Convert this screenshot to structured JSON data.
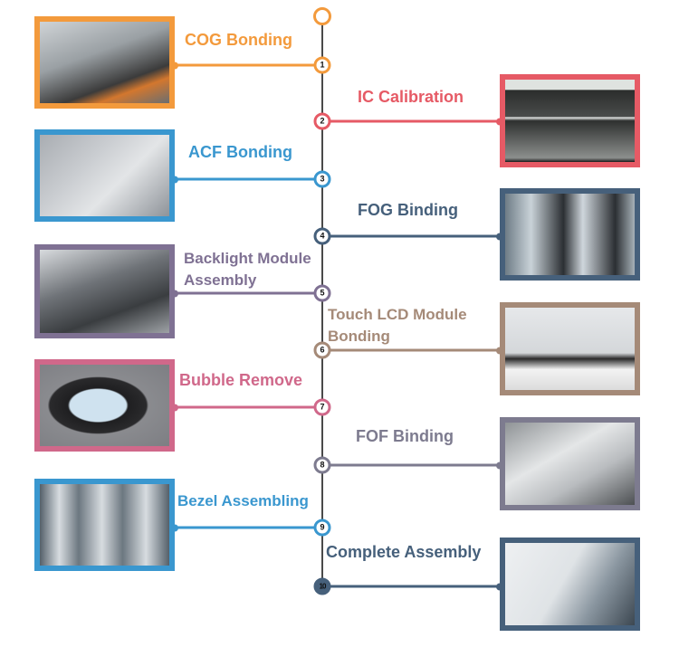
{
  "diagram": {
    "type": "process-timeline",
    "spine_color": "#4a4a4a",
    "start_marker_color": "#f39a3c",
    "steps": [
      {
        "number": "1",
        "label": "COG Bonding",
        "side": "left",
        "color": "#f39a3c",
        "image": "cog-bonding-machine-photo"
      },
      {
        "number": "2",
        "label": "IC Calibration",
        "side": "right",
        "color": "#e65a65",
        "image": "ic-calibration-screen-photo"
      },
      {
        "number": "3",
        "label": "ACF Bonding",
        "side": "left",
        "color": "#3a97cf",
        "image": "acf-bonding-machine-photo"
      },
      {
        "number": "4",
        "label": "FOG Binding",
        "side": "right",
        "color": "#46607b",
        "image": "fog-binding-machines-photo"
      },
      {
        "number": "5",
        "label": "Backlight Module Assembly",
        "label_lines": [
          "Backlight Module",
          "Assembly"
        ],
        "side": "left",
        "color": "#7f7193",
        "image": "backlight-assembly-machine-photo"
      },
      {
        "number": "6",
        "label": "Touch LCD Module Bonding",
        "label_lines": [
          "Touch LCD Module",
          "Bonding"
        ],
        "side": "right",
        "color": "#a58a78",
        "image": "touch-lcd-bonding-photo"
      },
      {
        "number": "7",
        "label": "Bubble Remove",
        "side": "left",
        "color": "#d0688a",
        "image": "bubble-remove-touch-panel-photo"
      },
      {
        "number": "8",
        "label": "FOF Binding",
        "side": "right",
        "color": "#7d7b8f",
        "image": "fof-binding-machine-photo"
      },
      {
        "number": "9",
        "label": "Bezel Assembling",
        "side": "left",
        "color": "#3a97cf",
        "image": "bezel-assembling-machines-photo"
      },
      {
        "number": "10",
        "label": "Complete Assembly",
        "side": "right",
        "color": "#46607b",
        "image": "complete-assembly-cleanroom-photo"
      }
    ]
  }
}
